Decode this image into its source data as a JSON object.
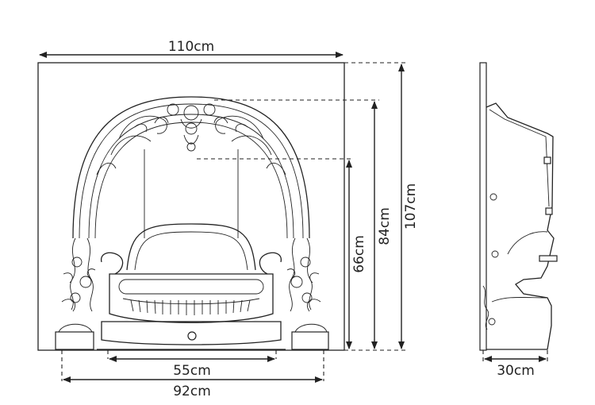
{
  "dimensions": {
    "overall_width": "110cm",
    "overall_height": "107cm",
    "arch_height": "84cm",
    "opening_height": "66cm",
    "grate_width": "55cm",
    "base_width": "92cm",
    "depth": "30cm"
  }
}
